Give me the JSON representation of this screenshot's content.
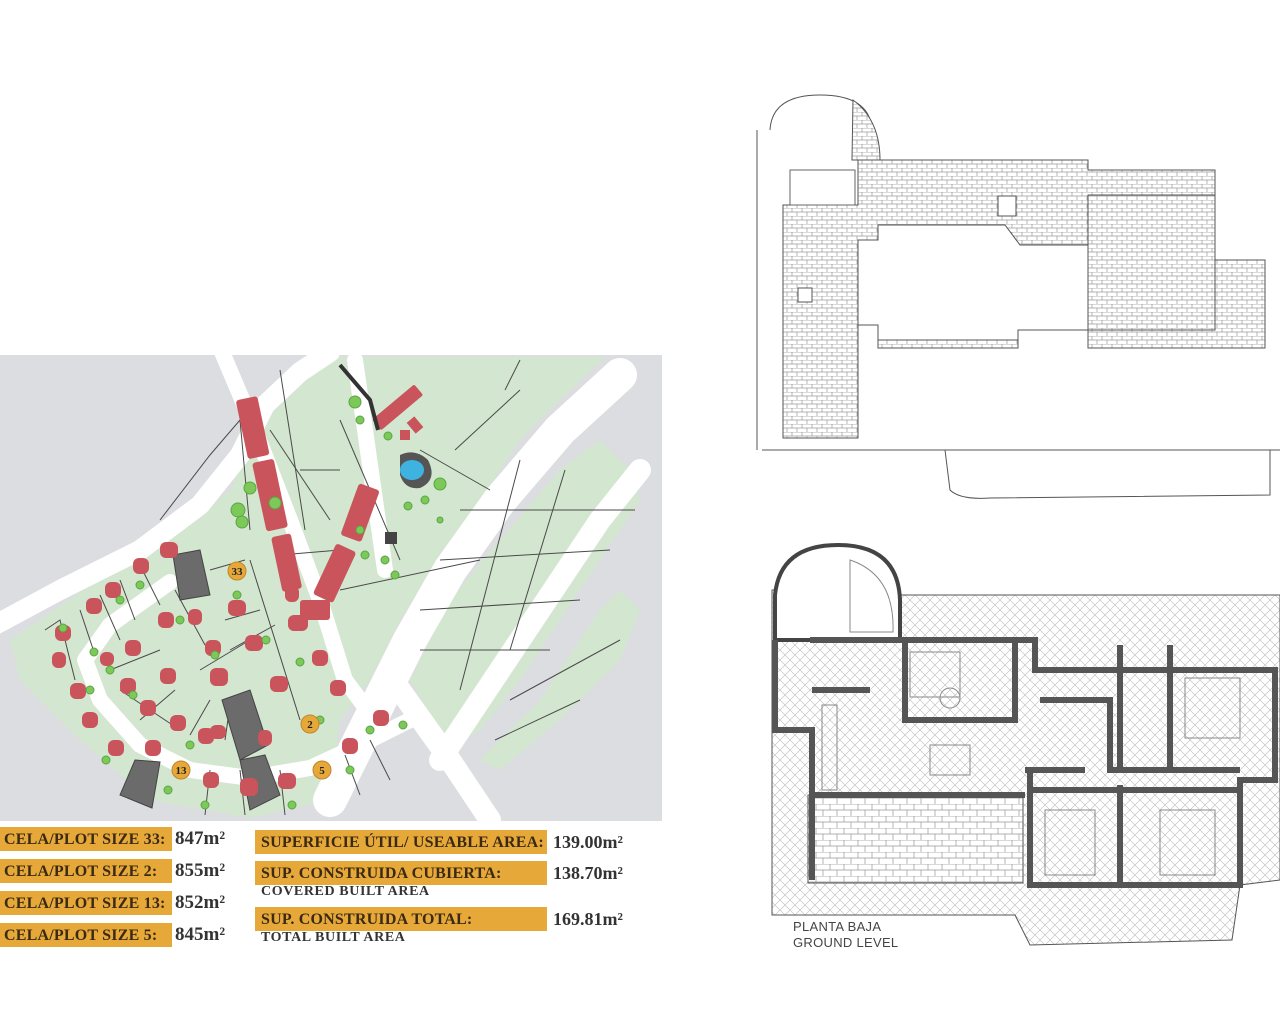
{
  "colors": {
    "accent": "#e7a83a",
    "green": "#d3e6cf",
    "gray": "#dcdde0",
    "house": "#c9545c",
    "tree": "#7cc95a",
    "pool": "#3fb3e0",
    "highlight_plot": "#6b6b6b"
  },
  "map": {
    "highlighted_plots": [
      "33",
      "2",
      "13",
      "5"
    ]
  },
  "plots": [
    {
      "label": "CELA/PLOT SIZE 33:",
      "value": "847m²"
    },
    {
      "label": "CELA/PLOT SIZE 2:",
      "value": "855m²"
    },
    {
      "label": "CELA/PLOT SIZE 13:",
      "value": "852m²"
    },
    {
      "label": "CELA/PLOT SIZE 5:",
      "value": "845m²"
    }
  ],
  "areas": [
    {
      "label": "SUPERFICIE ÚTIL/ USEABLE AREA:",
      "sub": "",
      "value": "139.00m²"
    },
    {
      "label": "SUP. CONSTRUIDA CUBIERTA:",
      "sub": "COVERED BUILT AREA",
      "value": "138.70m²"
    },
    {
      "label": "SUP. CONSTRUIDA TOTAL:",
      "sub": "TOTAL BUILT AREA",
      "value": "169.81m²"
    }
  ],
  "floor_plan": {
    "caption_es": "PLANTA BAJA",
    "caption_en": "GROUND LEVEL"
  }
}
